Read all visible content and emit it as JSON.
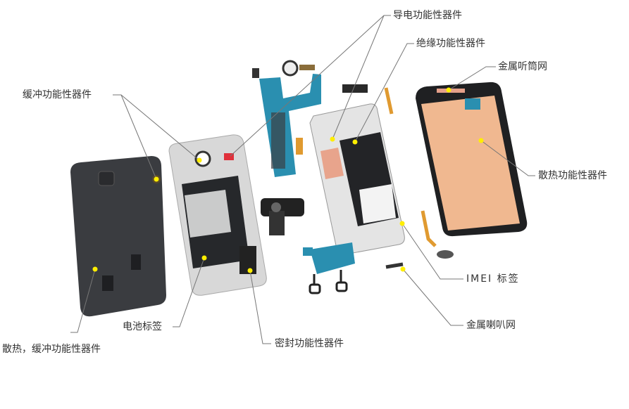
{
  "labels": {
    "conductive": "导电功能性器件",
    "insulating": "绝缘功能性器件",
    "earpiece_mesh": "金属听筒网",
    "buffer": "缓冲功能性器件",
    "thermal": "散热功能性器件",
    "imei": "IMEI 标签",
    "speaker_mesh": "金属喇叭网",
    "battery_label": "电池标签",
    "sealing": "密封功能性器件",
    "thermal_buffer": "散热，缓冲功能性器件"
  },
  "colors": {
    "dot": "#ffee00",
    "line": "#777777",
    "screen": "#f0b890",
    "board": "#2a8fb0",
    "cover": "#3a3c40"
  }
}
